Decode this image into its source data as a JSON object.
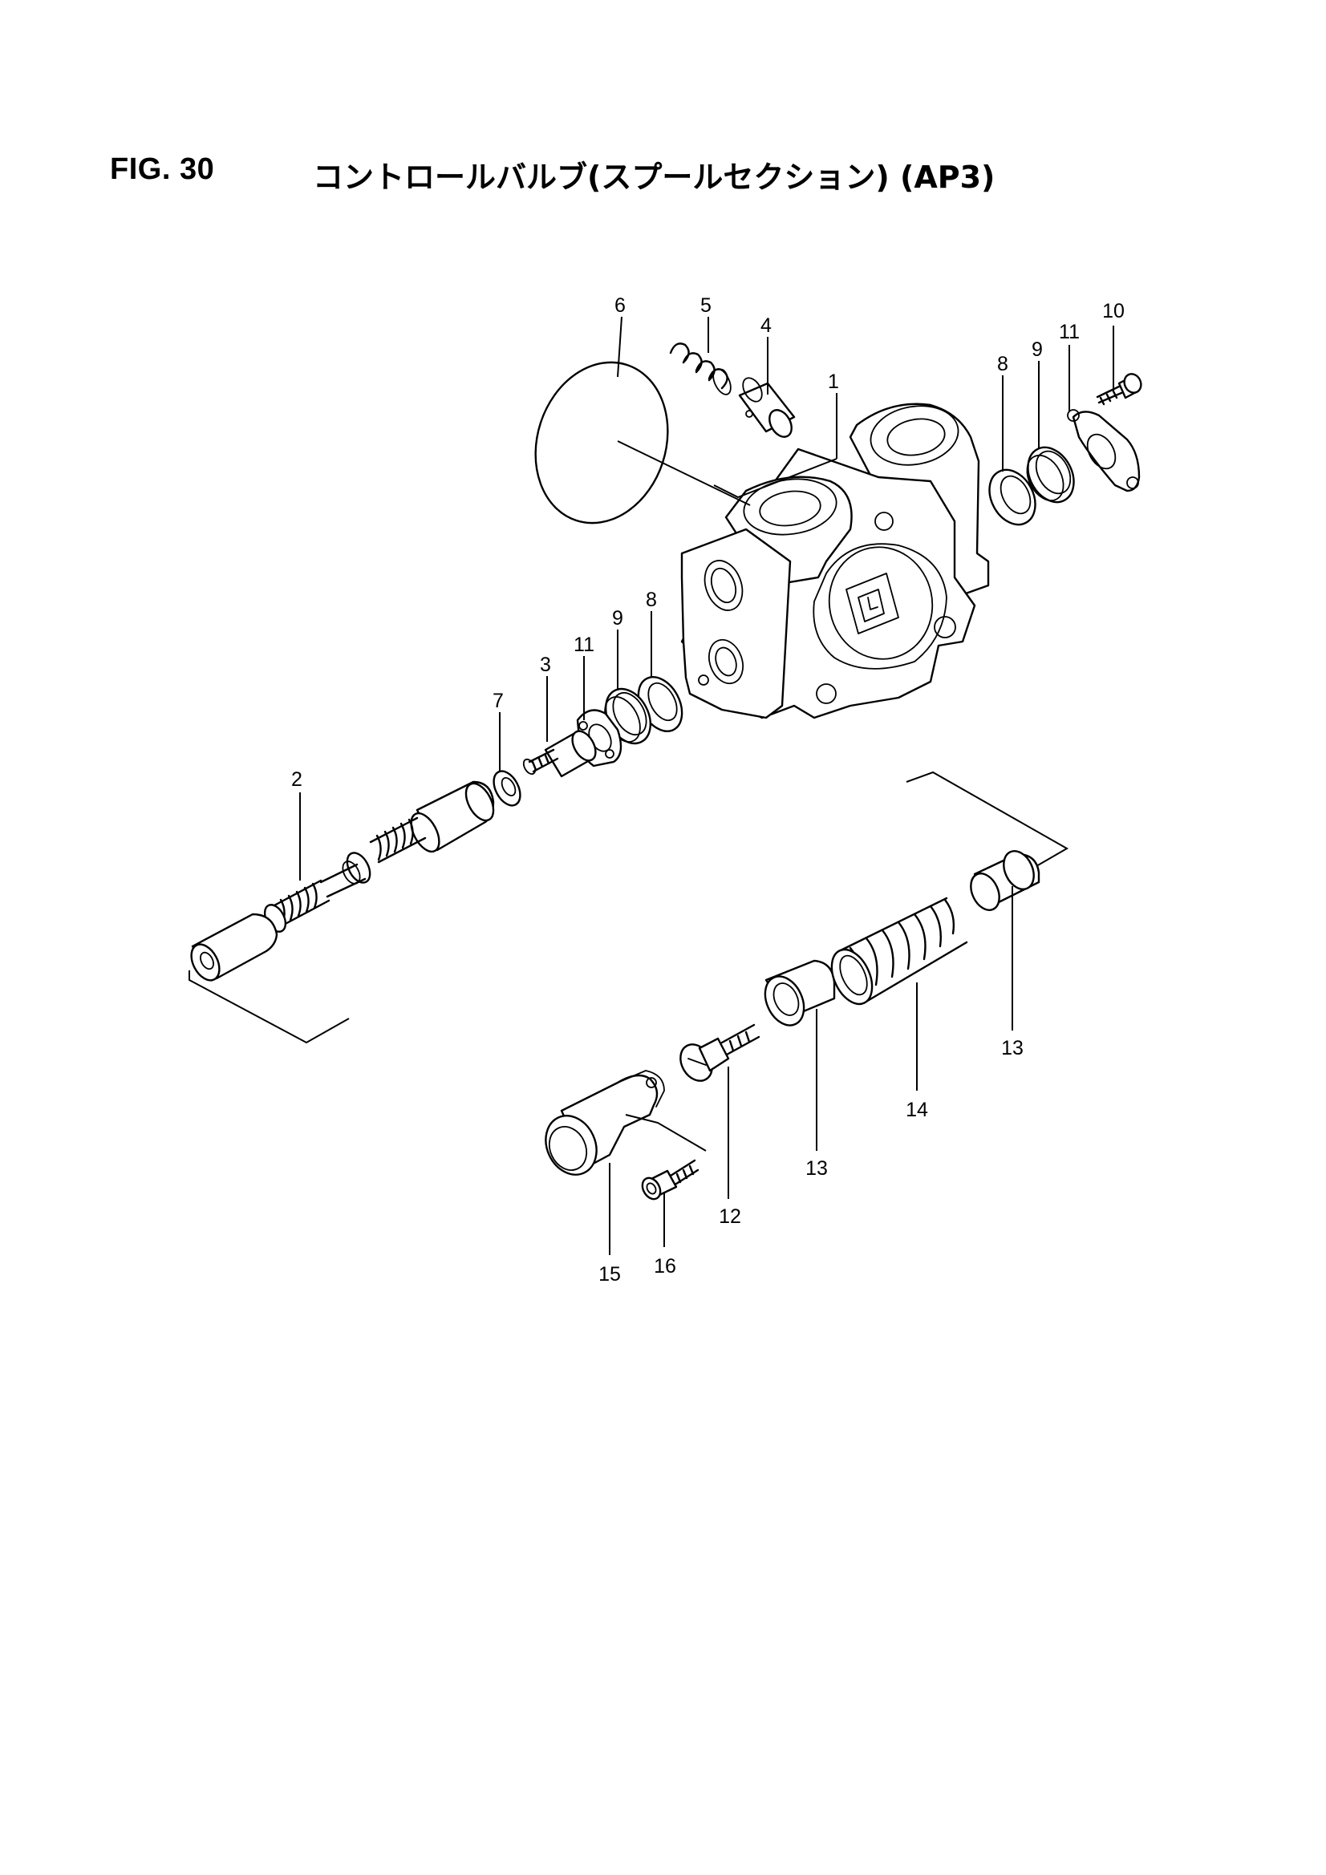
{
  "figure": {
    "number": "FIG. 30",
    "title": "コントロールバルブ(スプールセクション) (AP3)"
  },
  "callouts": [
    "1",
    "2",
    "3",
    "4",
    "5",
    "6",
    "7",
    "8",
    "9",
    "10",
    "11",
    "8",
    "9",
    "11",
    "12",
    "13",
    "13",
    "14",
    "15",
    "16"
  ],
  "part_icons": [
    "valve-body",
    "spool",
    "plug",
    "sleeve",
    "spring",
    "gasket",
    "washer",
    "o-ring",
    "backup-ring",
    "bolt",
    "plate",
    "screw",
    "seat",
    "boot",
    "cap",
    "socket-screw"
  ]
}
